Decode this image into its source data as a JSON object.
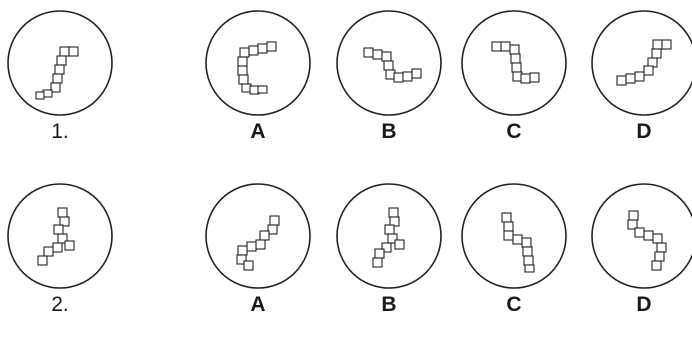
{
  "rows": [
    {
      "number": "1.",
      "options": [
        {
          "label": "A"
        },
        {
          "label": "B"
        },
        {
          "label": "C"
        },
        {
          "label": "D"
        }
      ]
    },
    {
      "number": "2.",
      "options": [
        {
          "label": "A"
        },
        {
          "label": "B"
        },
        {
          "label": "C"
        },
        {
          "label": "D"
        }
      ]
    }
  ]
}
